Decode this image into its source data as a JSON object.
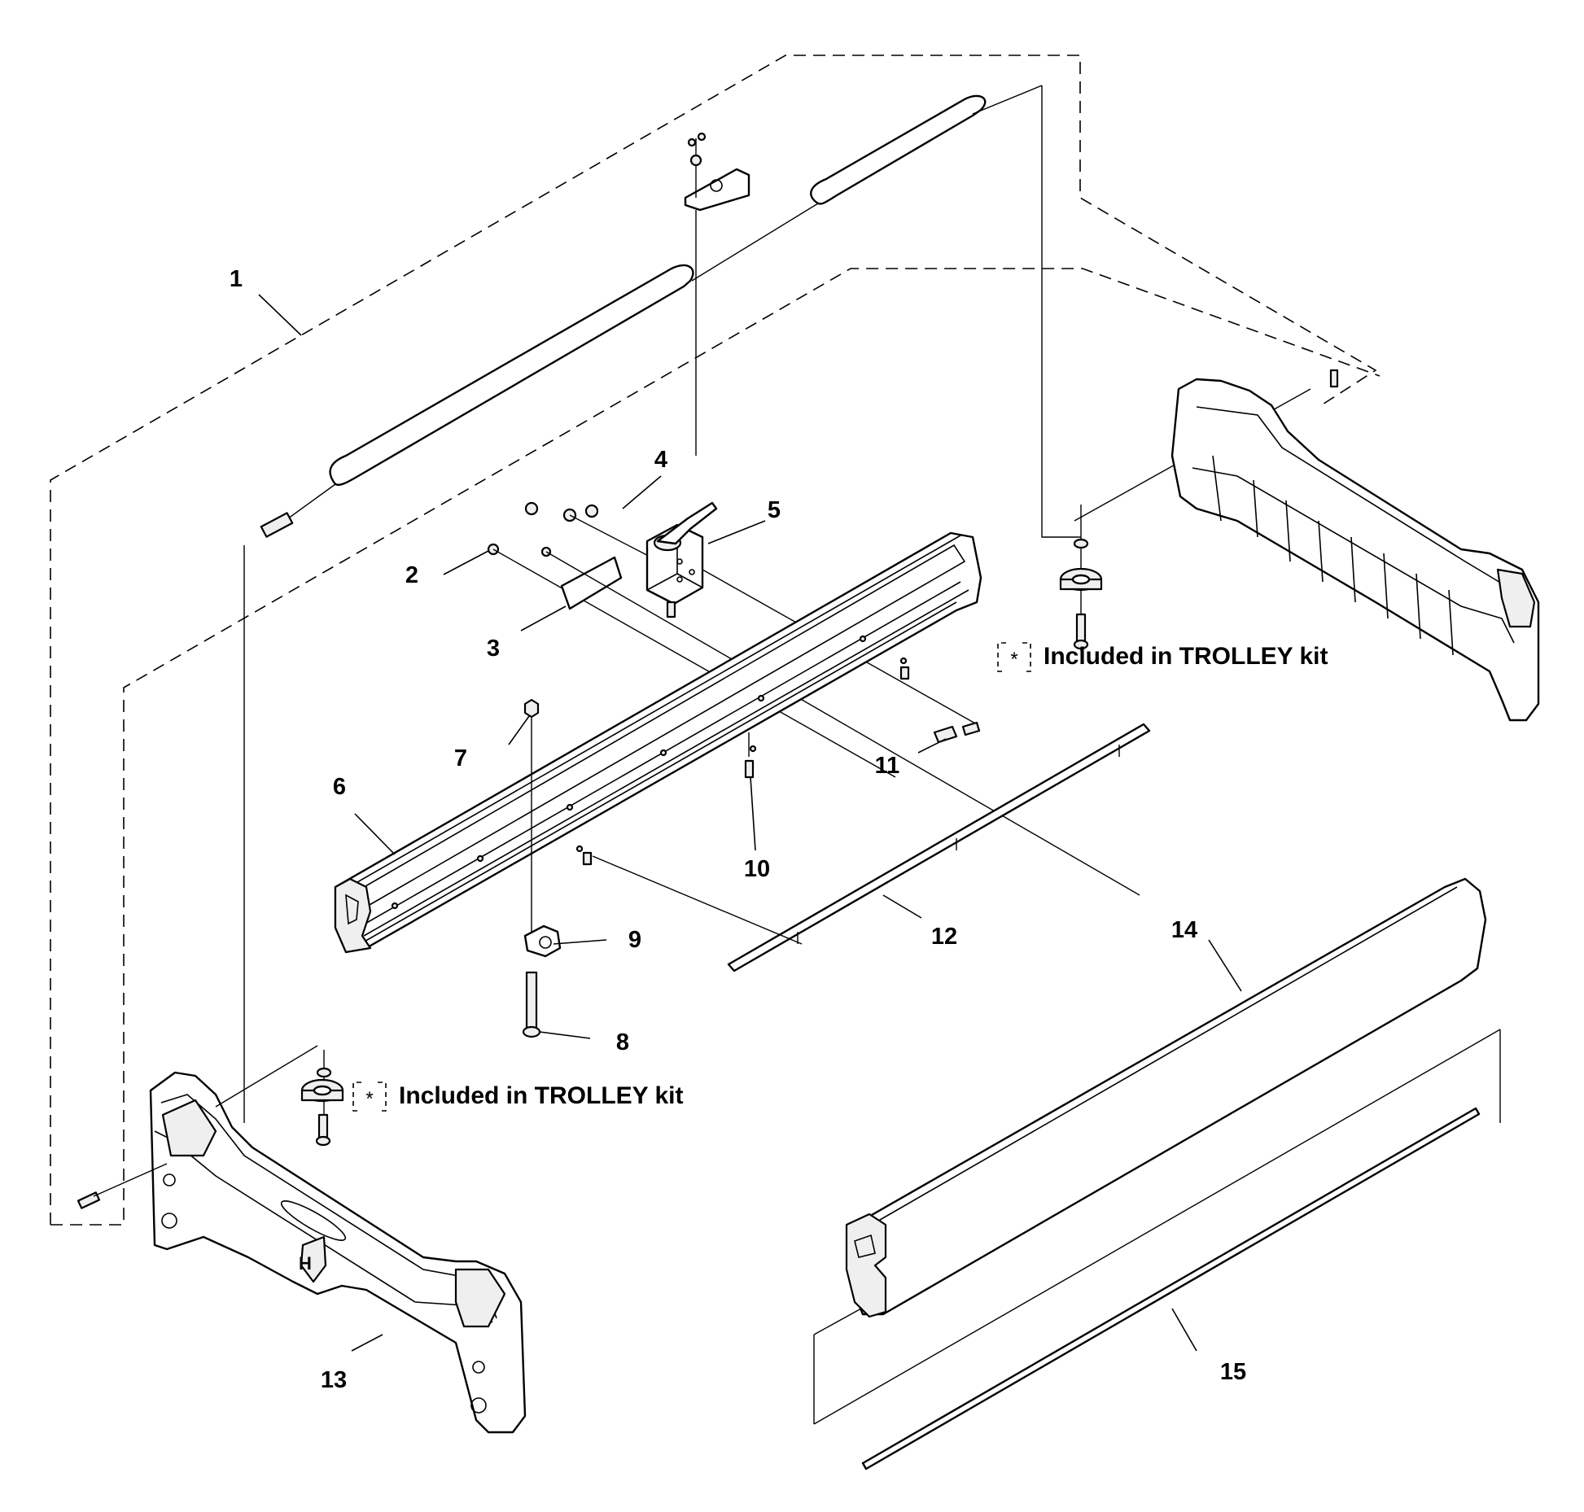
{
  "callouts": [
    "1",
    "2",
    "3",
    "4",
    "5",
    "6",
    "7",
    "8",
    "9",
    "10",
    "11",
    "12",
    "13",
    "14",
    "15"
  ],
  "notes": {
    "asterisk": "*",
    "trolley_note_right": "Included in TROLLEY kit",
    "trolley_note_left": "Included in TROLLEY kit"
  },
  "logo": {
    "mark": "H"
  }
}
